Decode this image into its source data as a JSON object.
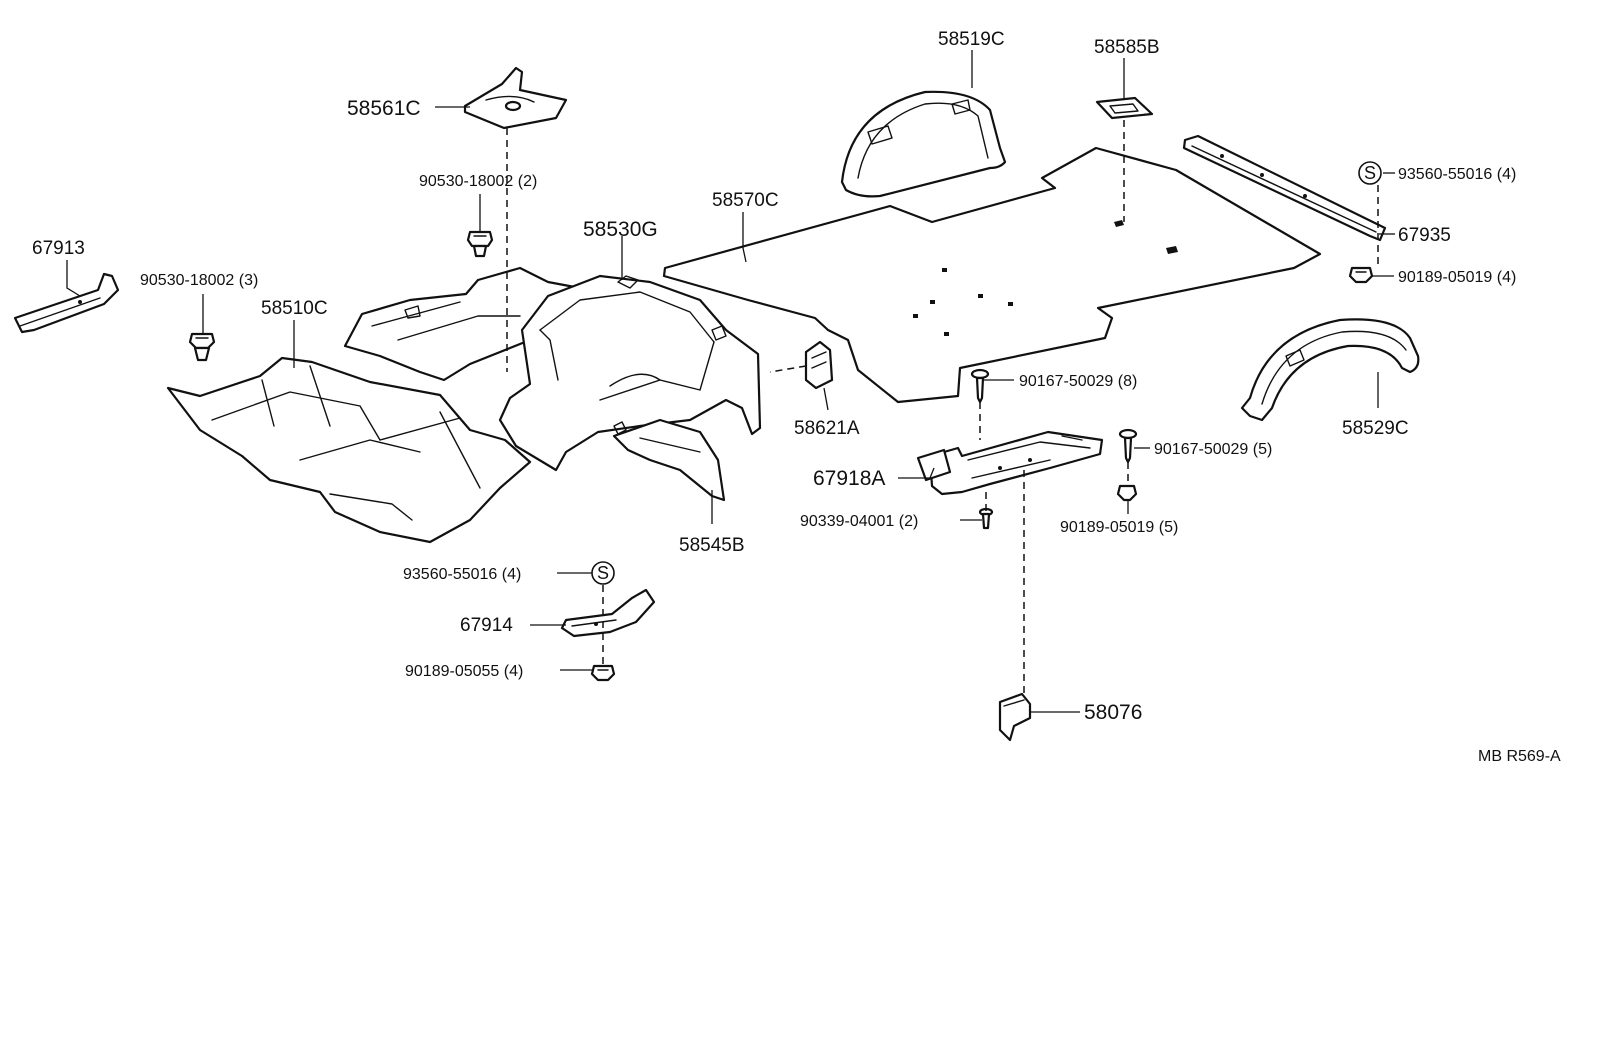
{
  "labels": {
    "p58519C": "58519C",
    "p58585B": "58585B",
    "p58561C": "58561C",
    "p90530_18002_2": "90530-18002 (2)",
    "p58570C": "58570C",
    "p93560_55016_4_right": "93560-55016 (4)",
    "p67935": "67935",
    "p90189_05019_4": "90189-05019 (4)",
    "p67913": "67913",
    "p90530_18002_3": "90530-18002 (3)",
    "p58530G": "58530G",
    "p58510C": "58510C",
    "p58621A": "58621A",
    "p90167_50029_8": "90167-50029 (8)",
    "p58529C": "58529C",
    "p90167_50029_5": "90167-50029 (5)",
    "p67918A": "67918A",
    "p90339_04001_2": "90339-04001 (2)",
    "p90189_05019_5": "90189-05019 (5)",
    "p58545B": "58545B",
    "p93560_55016_4_left": "93560-55016 (4)",
    "p67914": "67914",
    "p90189_05055_4": "90189-05055 (4)",
    "p58076": "58076",
    "figure_code": "MB  R569-A"
  },
  "symbols": {
    "s_marker": "S"
  }
}
